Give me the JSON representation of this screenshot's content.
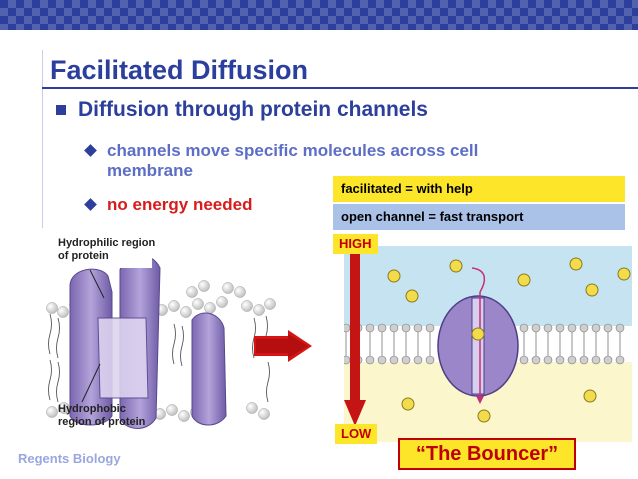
{
  "title": "Facilitated Diffusion",
  "bullet": "Diffusion through protein channels",
  "subbullets": [
    "channels move specific molecules across cell membrane",
    "no energy needed"
  ],
  "callouts": {
    "yellow": "facilitated = with help",
    "blue": "open channel = fast transport"
  },
  "figure_labels": {
    "hydrophilic": "Hydrophilic region of protein",
    "hydrophobic": "Hydrophobic region of protein"
  },
  "gradient": {
    "high": "HIGH",
    "low": "LOW"
  },
  "bouncer": "“The Bouncer”",
  "footer": "Regents Biology",
  "colors": {
    "title": "#2c3f9c",
    "subtext": "#5c6ec6",
    "alert": "#d81c1c",
    "callout_yellow": "#fde629",
    "callout_blue": "#aac1e8",
    "protein": "#9a86c8",
    "membrane_head": "#e2e2e2"
  },
  "icons": [
    "square-bullet-icon",
    "diamond-bullet-icon",
    "right-arrow-icon",
    "down-arrow-icon"
  ]
}
